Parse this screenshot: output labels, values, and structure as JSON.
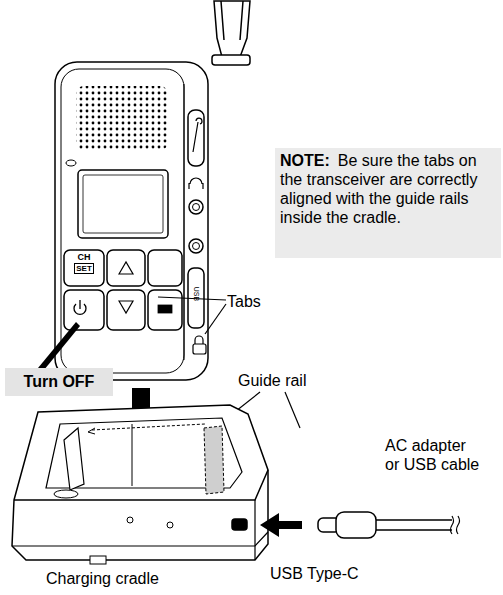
{
  "diagram": {
    "nodes": [
      {
        "text": [
          "NOTE:",
          "Be sure the tabs on the transceiver are correctly aligned with the guide rails inside the cradle."
        ]
      },
      {
        "text": [
          "Turn OFF"
        ]
      }
    ],
    "labels": [
      "Tabs",
      "Guide rail",
      "AC adapter or USB cable",
      "USB Type-C",
      "Charging cradle",
      "CH",
      "SET",
      "USB"
    ]
  }
}
